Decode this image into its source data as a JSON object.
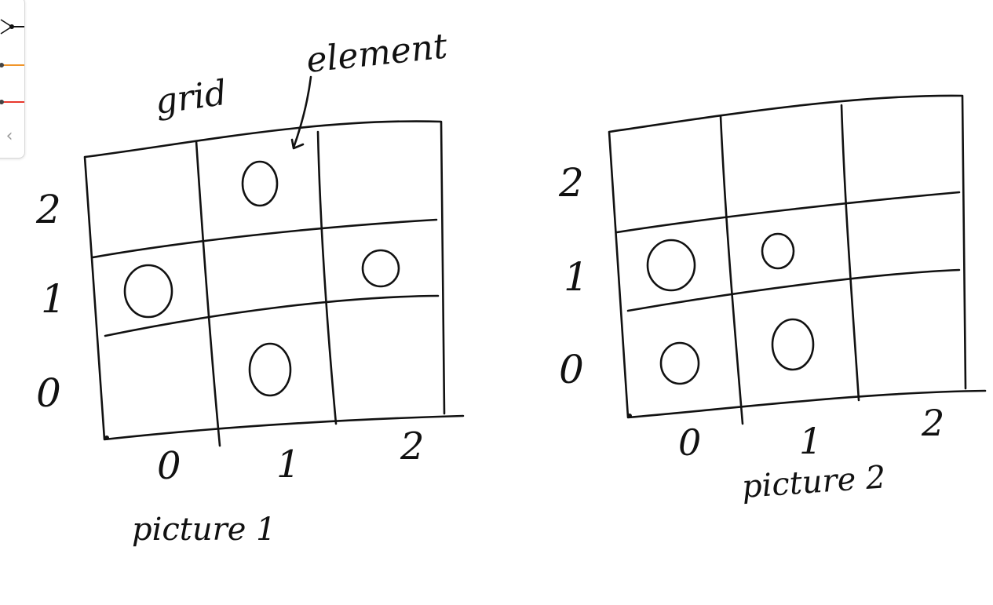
{
  "toolbar": {
    "tools": [
      {
        "name": "black-pen",
        "color": "#111111"
      },
      {
        "name": "orange-pen",
        "color": "#f0952a"
      },
      {
        "name": "red-pen",
        "color": "#e8382d"
      }
    ],
    "collapse_glyph": "‹"
  },
  "annotations": {
    "grid": "grid",
    "element": "element"
  },
  "picture1": {
    "caption": "picture 1",
    "row_labels": [
      "2",
      "1",
      "0"
    ],
    "col_labels": [
      "0",
      "1",
      "2"
    ],
    "elements": [
      {
        "col": 1,
        "row": 2
      },
      {
        "col": 0,
        "row": 1
      },
      {
        "col": 2,
        "row": 1
      },
      {
        "col": 1,
        "row": 0
      }
    ]
  },
  "picture2": {
    "caption": "picture 2",
    "row_labels": [
      "2",
      "1",
      "0"
    ],
    "col_labels": [
      "0",
      "1",
      "2"
    ],
    "elements": [
      {
        "col": 0,
        "row": 1
      },
      {
        "col": 1,
        "row": 1
      },
      {
        "col": 0,
        "row": 0
      },
      {
        "col": 1,
        "row": 0
      }
    ]
  }
}
